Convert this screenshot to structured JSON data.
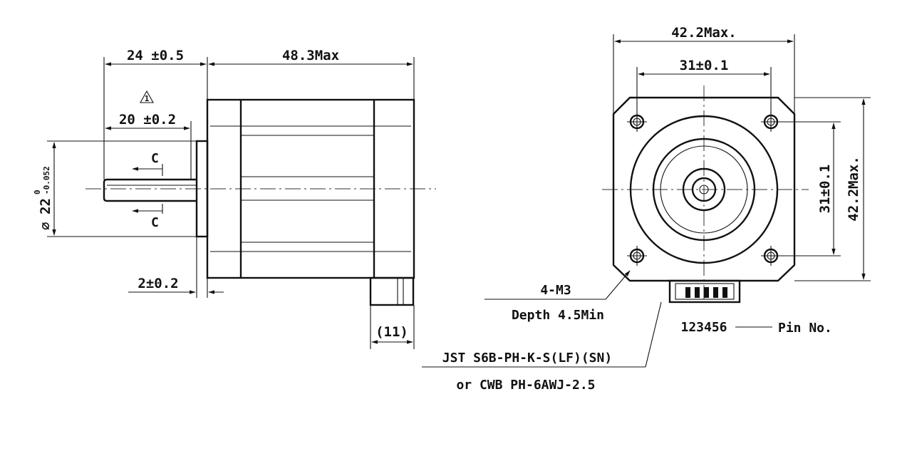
{
  "side_view": {
    "shaft_length": "24 ±0.5",
    "body_length": "48.3Max",
    "flat_length": "20 ±0.2",
    "revision_mark": "1",
    "shaft_diameter_symbol": "⌀",
    "shaft_diameter": "22",
    "shaft_tol_upper": "0",
    "shaft_tol_lower": "-0.052",
    "section_label_top": "C",
    "section_label_bottom": "C",
    "boss_length": "2±0.2",
    "connector_length": "(11)"
  },
  "front_view": {
    "overall_width": "42.2Max.",
    "hole_spacing_h": "31±0.1",
    "hole_spacing_v": "31±0.1",
    "overall_height": "42.2Max.",
    "mount_holes": "4-M3",
    "hole_depth": "Depth 4.5Min",
    "pin_numbers": "123456",
    "pin_label": "Pin No.",
    "connector_part": "JST S6B-PH-K-S(LF)(SN)",
    "connector_alt": "or CWB PH-6AWJ-2.5"
  }
}
